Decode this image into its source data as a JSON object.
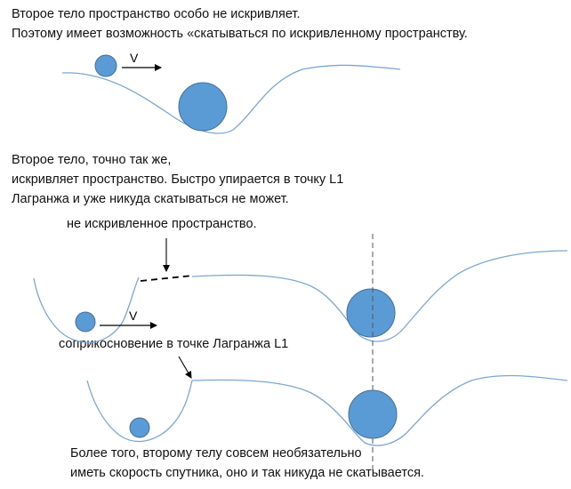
{
  "caption1": {
    "line1": "Второе тело пространство особо не искривляет.",
    "line2": "Поэтому имеет возможность «скатываться по искривленному пространству."
  },
  "caption2": {
    "line1": "Второе тело, точно так же,",
    "line2": "искривляет пространство. Быстро упирается в точку L1",
    "line3": "Лагранжа и уже никуда скатываться не может."
  },
  "label_uncurved": "не искривленное пространство.",
  "label_contact": "соприкосновение  в точке Лагранжа L1",
  "velocity_label": "V",
  "caption3": {
    "line1": "Более того, второму телу совсем необязательно",
    "line2": "иметь скорость спутника, оно и так никуда не скатывается."
  },
  "colors": {
    "curve": "#7aa7d6",
    "body_fill": "#5b9bd5",
    "body_stroke": "#41719c",
    "arrow": "#000000",
    "dashed": "#000000",
    "axis": "#555555"
  }
}
